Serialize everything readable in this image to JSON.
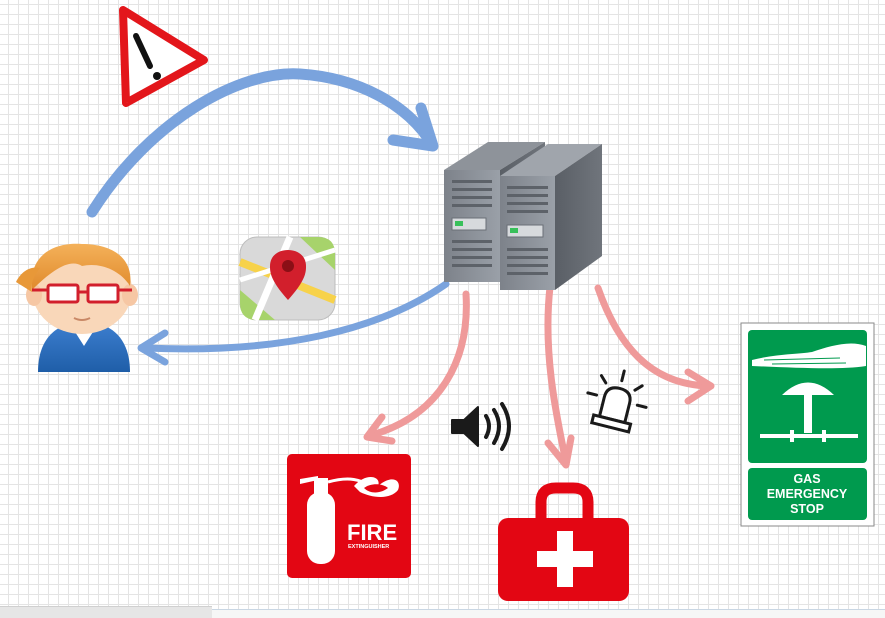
{
  "diagram": {
    "nodes": [
      {
        "id": "warning",
        "icon": "warning-triangle-icon"
      },
      {
        "id": "user",
        "icon": "user-with-glasses-icon"
      },
      {
        "id": "map",
        "icon": "map-pin-icon"
      },
      {
        "id": "servers",
        "icon": "server-rack-icon"
      },
      {
        "id": "speaker",
        "icon": "speaker-icon"
      },
      {
        "id": "beacon",
        "icon": "alarm-beacon-icon"
      },
      {
        "id": "fire_extinguisher",
        "icon": "fire-extinguisher-sign-icon"
      },
      {
        "id": "first_aid",
        "icon": "first-aid-kit-icon"
      },
      {
        "id": "gas_stop",
        "icon": "gas-emergency-stop-sign-icon"
      }
    ],
    "edges": [
      {
        "from": "user",
        "to": "servers",
        "color": "#7aa3dd"
      },
      {
        "from": "servers",
        "to": "user",
        "color": "#7aa3dd"
      },
      {
        "from": "servers",
        "to": "fire_extinguisher",
        "color": "#ef9a9a"
      },
      {
        "from": "servers",
        "to": "first_aid",
        "color": "#ef9a9a"
      },
      {
        "from": "servers",
        "to": "gas_stop",
        "color": "#ef9a9a"
      }
    ]
  },
  "fire_sign": {
    "title": "FIRE",
    "subtitle": "EXTINGUISHER"
  },
  "gas_sign": {
    "line1": "GAS",
    "line2": "EMERGENCY",
    "line3": "STOP"
  },
  "colors": {
    "blue_arrow": "#7aa3dd",
    "pink_arrow": "#ef9a9a",
    "sign_red": "#e30613",
    "sign_green": "#009a4e"
  }
}
